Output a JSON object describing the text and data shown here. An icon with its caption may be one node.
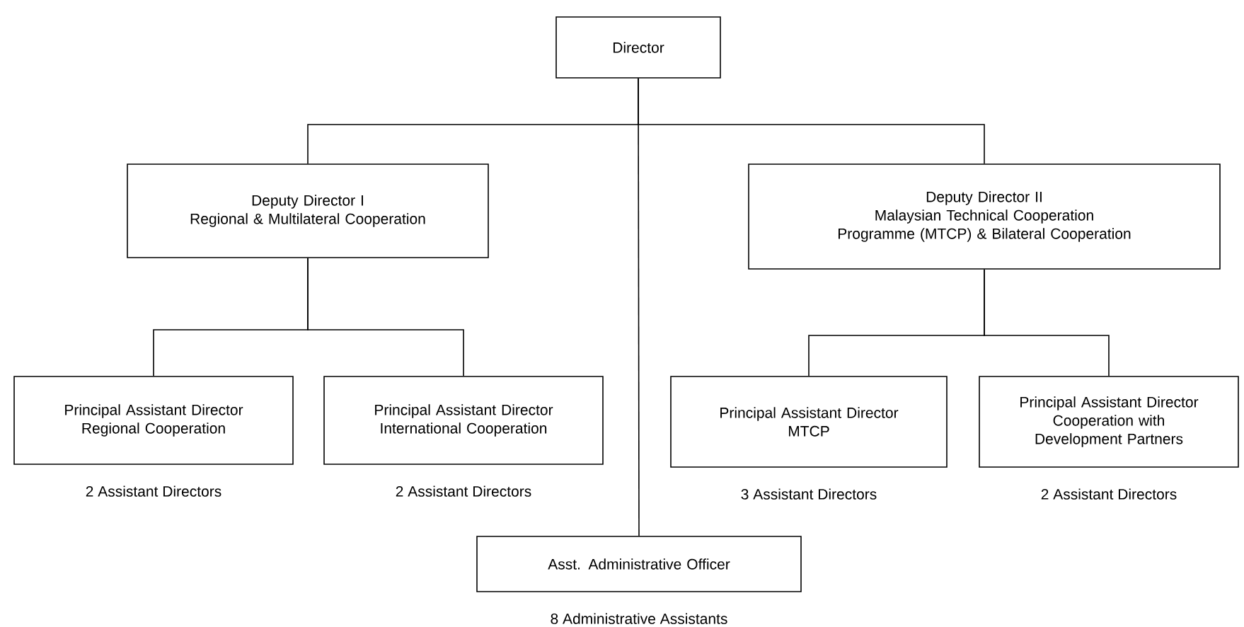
{
  "diagram": {
    "nodes": [
      {
        "text": [
          "Director"
        ]
      },
      {
        "text": [
          "Deputy Director I",
          "Regional & Multilateral Cooperation"
        ]
      },
      {
        "text": [
          "Deputy Director II",
          "Malaysian Technical Cooperation Programme (MTCP) & Bilateral Cooperation"
        ]
      },
      {
        "text": [
          "Principal Assistant Director",
          "Regional Cooperation"
        ],
        "beside": [
          "2 Assistant Directors"
        ]
      },
      {
        "text": [
          "Principal Assistant Director",
          "International Cooperation"
        ],
        "beside": [
          "2 Assistant Directors"
        ]
      },
      {
        "text": [
          "Principal Assistant Director",
          "MTCP"
        ],
        "beside": [
          "3 Assistant Directors"
        ]
      },
      {
        "text": [
          "Principal Assistant Director",
          "Cooperation with Development Partners"
        ],
        "beside": [
          "2 Assistant Directors"
        ]
      },
      {
        "text": [
          "Asst. Administrative Officer"
        ],
        "beside": [
          "8 Administrative Assistants"
        ]
      }
    ],
    "edges": [
      {
        "from": 0,
        "to": 1,
        "arrow": "none"
      },
      {
        "from": 0,
        "to": 2,
        "arrow": "none"
      },
      {
        "from": 0,
        "to": 7,
        "arrow": "none"
      },
      {
        "from": 1,
        "to": 3,
        "arrow": "none"
      },
      {
        "from": 1,
        "to": 4,
        "arrow": "none"
      },
      {
        "from": 2,
        "to": 5,
        "arrow": "none"
      },
      {
        "from": 2,
        "to": 6,
        "arrow": "none"
      }
    ]
  }
}
